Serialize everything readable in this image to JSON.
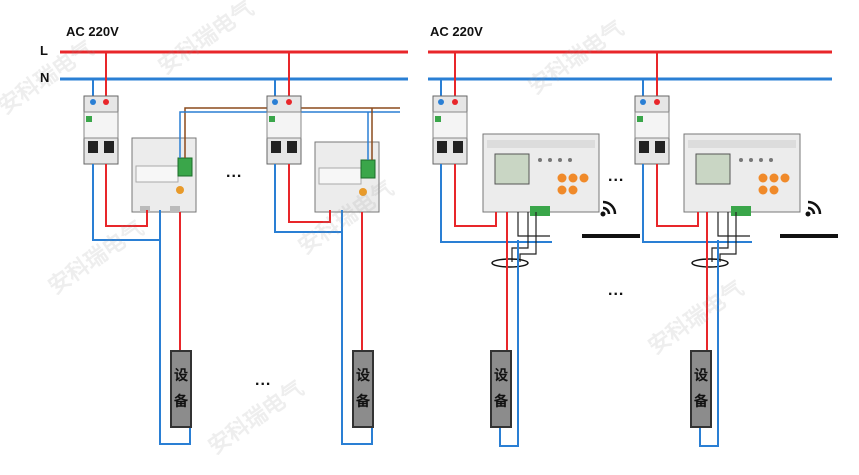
{
  "supply_labels": {
    "left": "AC 220V",
    "right": "AC 220V"
  },
  "line_labels": {
    "live": "L",
    "neutral": "N"
  },
  "device_label": {
    "top": "设",
    "bottom": "备"
  },
  "ellipsis": "...",
  "watermark": "安科瑞电气",
  "colors": {
    "live": "#e8262a",
    "neutral": "#2a7fd4",
    "signal": "#8b4a1c",
    "ground": "#222222"
  },
  "icons": [
    "circuit-breaker-icon",
    "metering-module-icon",
    "energy-meter-icon",
    "current-transformer-icon",
    "wireless-signal-icon",
    "antenna-icon"
  ]
}
